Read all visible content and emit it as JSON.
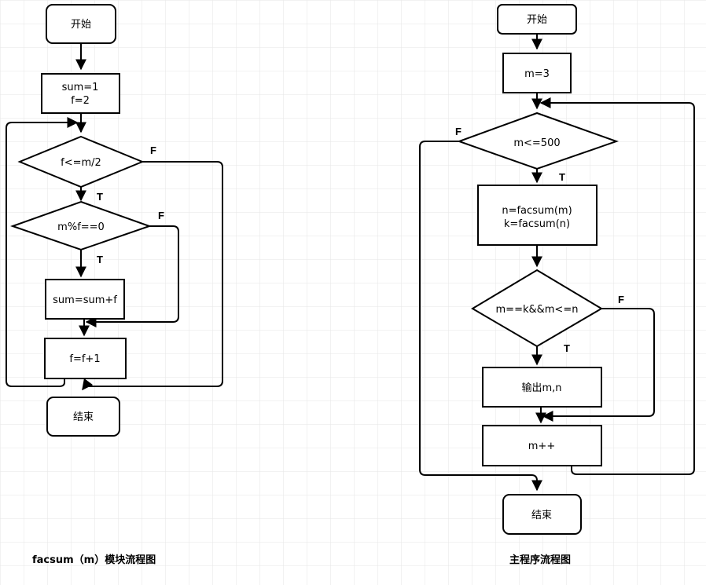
{
  "left_flowchart": {
    "caption": "facsum（m）模块流程图",
    "start": "开始",
    "init_line1": "sum=1",
    "init_line2": "f=2",
    "cond_loop": "f<=m/2",
    "cond_mod": "m%f==0",
    "add_sum": "sum=sum+f",
    "incr_f": "f=f+1",
    "end": "结束",
    "label_loop_false": "F",
    "label_loop_true": "T",
    "label_mod_false": "F",
    "label_mod_true": "T"
  },
  "right_flowchart": {
    "caption": "主程序流程图",
    "start": "开始",
    "init_m": "m=3",
    "cond_loop": "m<=500",
    "calc_line1": "n=facsum(m)",
    "calc_line2": "k=facsum(n)",
    "cond_check": "m==k&&m<=n",
    "output": "输出m,n",
    "incr_m": "m++",
    "end": "结束",
    "label_loop_false": "F",
    "label_loop_true": "T",
    "label_check_false": "F",
    "label_check_true": "T"
  },
  "colors": {
    "grid": "#e6e6e6",
    "stroke": "#000000",
    "fill": "#ffffff"
  }
}
